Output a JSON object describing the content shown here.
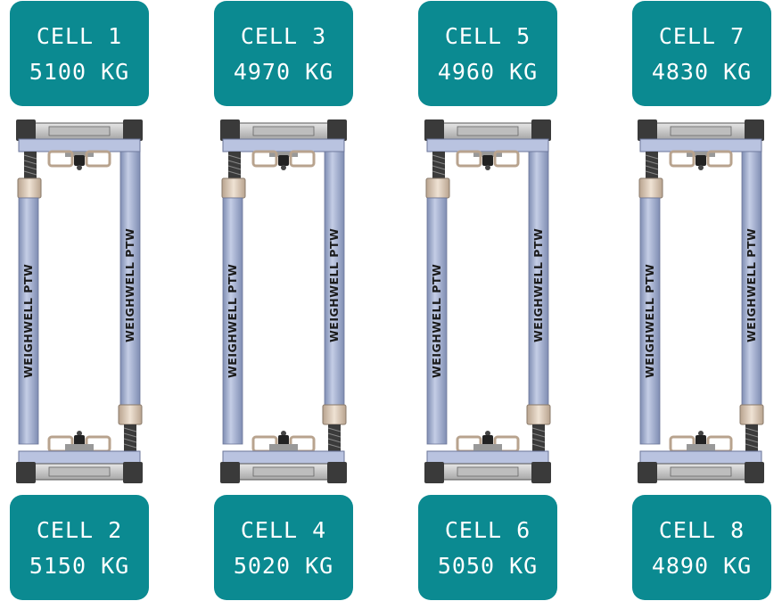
{
  "cells": [
    {
      "name": "CELL 1",
      "value": "5100 KG"
    },
    {
      "name": "CELL 2",
      "value": "5150 KG"
    },
    {
      "name": "CELL 3",
      "value": "4970 KG"
    },
    {
      "name": "CELL 4",
      "value": "5020 KG"
    },
    {
      "name": "CELL 5",
      "value": "4960 KG"
    },
    {
      "name": "CELL 6",
      "value": "5050 KG"
    },
    {
      "name": "CELL 7",
      "value": "4830 KG"
    },
    {
      "name": "CELL 8",
      "value": "4890 KG"
    }
  ],
  "rod_branding": {
    "brand": "WEIGHWELL",
    "model": "PTW"
  },
  "colors": {
    "label_background": "#0b8a91",
    "label_text": "#ffffff",
    "rod": "#a9b6d6",
    "plate": "#c9c9c9"
  }
}
